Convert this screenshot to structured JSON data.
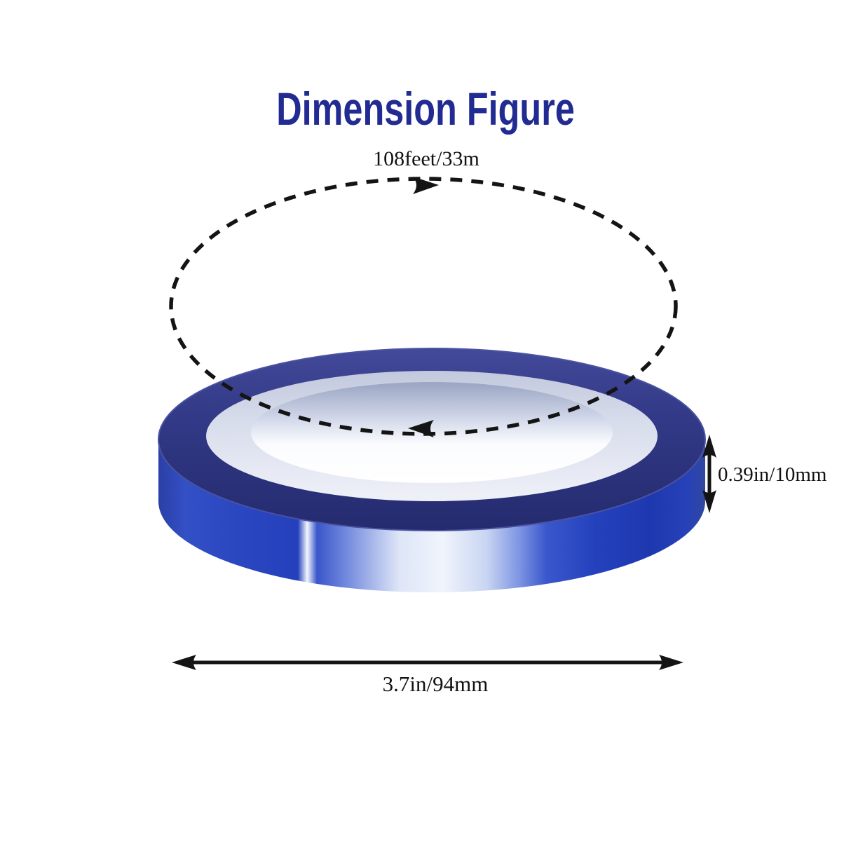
{
  "title": {
    "text": "Dimension Figure",
    "color": "#212b92"
  },
  "labels": {
    "length": "108feet/33m",
    "width": "0.39in/10mm",
    "diameter": "3.7in/94mm"
  },
  "figure": {
    "depicts": "blue tape roll with dimension annotations",
    "colors": {
      "top_ring_dark_blue": "#2e3480",
      "side_royal_blue": "#2b46c0",
      "side_highlight": "#f0f4fc",
      "core_light": "#d8ddec",
      "annotation_black": "#141414"
    }
  }
}
